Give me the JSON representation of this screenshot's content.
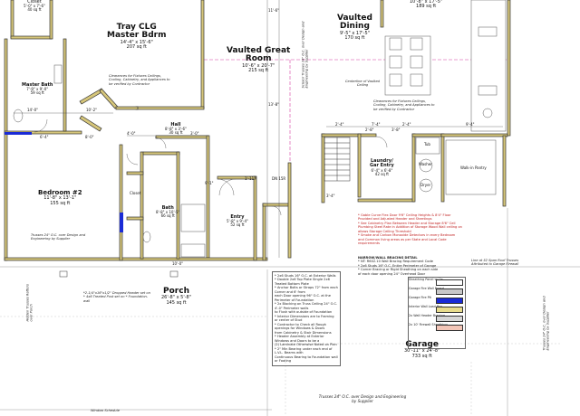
{
  "rooms": {
    "closet": {
      "name": "Closet",
      "dim": "5'-0\" x 7'-6\"",
      "area": "40 sq ft"
    },
    "master_bedroom": {
      "line1": "Tray CLG",
      "line2": "Master Bdrm",
      "dim": "14'-4\" x 15'-6\"",
      "area": "207 sq ft"
    },
    "great_room": {
      "line1": "Vaulted Great",
      "line2": "Room",
      "dim": "10'-6\" x 20'-7\"",
      "area": "215 sq ft"
    },
    "dining": {
      "line1": "Vaulted",
      "line2": "Dining",
      "dim": "9'-5\" x 17'-5\"",
      "area": "170 sq ft"
    },
    "kitchen_top": {
      "dim": "10'-8\" x 17'-5\"",
      "area": "189 sq ft"
    },
    "master_bath": {
      "name": "Master Bath",
      "dim": "7'-9\" x 9'-0\"",
      "area": "59 sq ft"
    },
    "hall": {
      "name": "Hall",
      "dim": "8'-8\" x 3'-6\"",
      "area": "30 sq ft"
    },
    "bedroom2": {
      "name": "Bedroom #2",
      "dim": "11'-8\" x 13'-1\"",
      "area": "155 sq ft"
    },
    "bath": {
      "name": "Bath",
      "dim": "8'-8\" x 10'-5\"",
      "area": "66 sq ft"
    },
    "closet2": {
      "name": "Closet"
    },
    "laundry": {
      "line1": "Laundry/",
      "line2": "Gar Entry",
      "dim": "6'-4\" x 6'-8\"",
      "area": "42 sq ft"
    },
    "walkin_pantry": {
      "name": "Walk-in Pantry"
    },
    "entry": {
      "name": "Entry",
      "dim": "5'-8\" x 9'-4\"",
      "area": "52 sq ft"
    },
    "porch": {
      "name": "Porch",
      "dim": "26'-8\" x 5'-8\"",
      "area": "145 sq ft"
    },
    "garage": {
      "name": "Garage",
      "dim": "30'-11\" x 24'-8\"",
      "area": "733 sq ft"
    },
    "dn": {
      "name": "DN  15R"
    },
    "washer": {
      "name": "Washer"
    },
    "dryer": {
      "name": "Dryer"
    },
    "tub": {
      "name": "Tub"
    }
  },
  "annotations": {
    "soffit_truss": "Scissor Trusses 24\" O.C. over Design and Engineering by Supplier",
    "centerline_vault": "Centerline of Vaulted Ceiling",
    "clearance_left": "Clearances for Fixtures Ceilings, Cooling, Cabinetry, and Appliances to be verified by Contractor",
    "clearance_right": "Clearances for Fixtures Ceilings, Cooling, Cabinetry, and Appliances to be verified by Contractor",
    "trusses_left": "Trusses 24\" O.C. over Design and Engineering by Supplier",
    "header_note": "*2-1/4\"x16\"x1/2\" Dropped Header set on * 4x6 Treated Post set on * Foundation-wall",
    "porch_side": "Hidden Trusses Rafters over Porch",
    "trusses_bottom": "Trusses 24\" O.C. over Design and Engineering by Supplier",
    "garage_side": "Trusses 24\" O.C. over Design and Engineering by Supplier",
    "line_open": "Line at 52 Span Roof Trusses Attributed to Garage Firewall",
    "window_sched": "Window Schedule"
  },
  "red_notes": [
    "* Gable Curve Flex Door 9'6\" Ceiling Heights & 8'4\" Floor",
    "  Provided and Adjusted Header and Sheetings",
    "* See Cabinetry Plan Between Header and Storage 8'6\" Ceil",
    "  Plumbing Steel Rate in Addition of Storage Wood Wall ceiling on",
    "  allows Storage Ceiling Threshold",
    "* Smoke and Carbon Monoxide Detectors in every Bedroom",
    "  and Common living areas as per State and Local Code",
    "  requirements"
  ],
  "general_notes": [
    "* 2x6 Studs 16\" O.C. at Exterior Walls",
    "* Double 2x6 Top Plate Single 2x6 Treated Bottom Plate",
    "* Anchor Bolts or Straps 72\" from each Corner and 6' from",
    "  each Door opening 96\" O.C. at the Perimeter of Foundation",
    "* 2x Blocking on Truss Ceiling 24\" O.C. 4'-0\" Perimeter walls",
    "  to Flush with outside of Foundation",
    "* Interior Dimensions are to Framing or center of Stud",
    "* Contractor to Check all Rough openings for Windows & Doors",
    "  from Cabinetry & Stair Dimensions",
    "* Header Assembly at Exterior Windows and Doors to be a",
    "  (2) Laminate Otherwise Noted on Plan",
    "* 2\" Min Bearing under each end of L.V.L. Beams with",
    "  Continuous Bearing to Foundation wall or Footing"
  ],
  "bracing": {
    "title": "NARROW/WALL BRACING DETAIL",
    "lines": [
      "* NT: R602.10 Wall Bracing Requirement Code",
      "* 2x6 Studs 16\" O.C. Entire Perimeter of Garage",
      "* Corner Bracing or Rigid Sheathing on each side",
      "  of each door opening 24\" Overhead Door"
    ],
    "legend": [
      {
        "label": "Sheathing Panel w/ 2x",
        "color": "#ffffff"
      },
      {
        "label": "Garage Fire Wall Board",
        "color": "#c8c8c8"
      },
      {
        "label": "Garage Fire Pit",
        "color": "#1a2bd6"
      },
      {
        "label": "Interior Wall Load Brg",
        "color": "#e8dc8c"
      },
      {
        "label": "2x Wall Header Bracing",
        "color": "#d7d7d7"
      },
      {
        "label": "2x 10' Firewall Sheathing",
        "color": "#f3c6b8"
      }
    ]
  },
  "dims": {
    "d1": "14'-0\"",
    "d2": "10'-2\"",
    "d3": "4'-0\"",
    "d4": "3'-0\"",
    "d5": "2'-4\"",
    "d6": "13'-8\"",
    "d7": "7'-4\"",
    "d8": "2'-4\"",
    "d9": "11'-6\"",
    "d10": "9'-4\"",
    "d11": "2'-8\"",
    "d12": "3'-8\"",
    "d13": "1'-11\"",
    "d14": "10'-0\"",
    "d15": "3'-4\"",
    "d16": "8'-0\"",
    "d17": "6'-4\"",
    "d18": "9'-1\""
  },
  "colors": {
    "wall": "#d6c67a",
    "wall_outline": "#333333",
    "accent_blue": "#1a2bd6",
    "magenta": "#d63ca0",
    "red_text": "#c02020"
  }
}
